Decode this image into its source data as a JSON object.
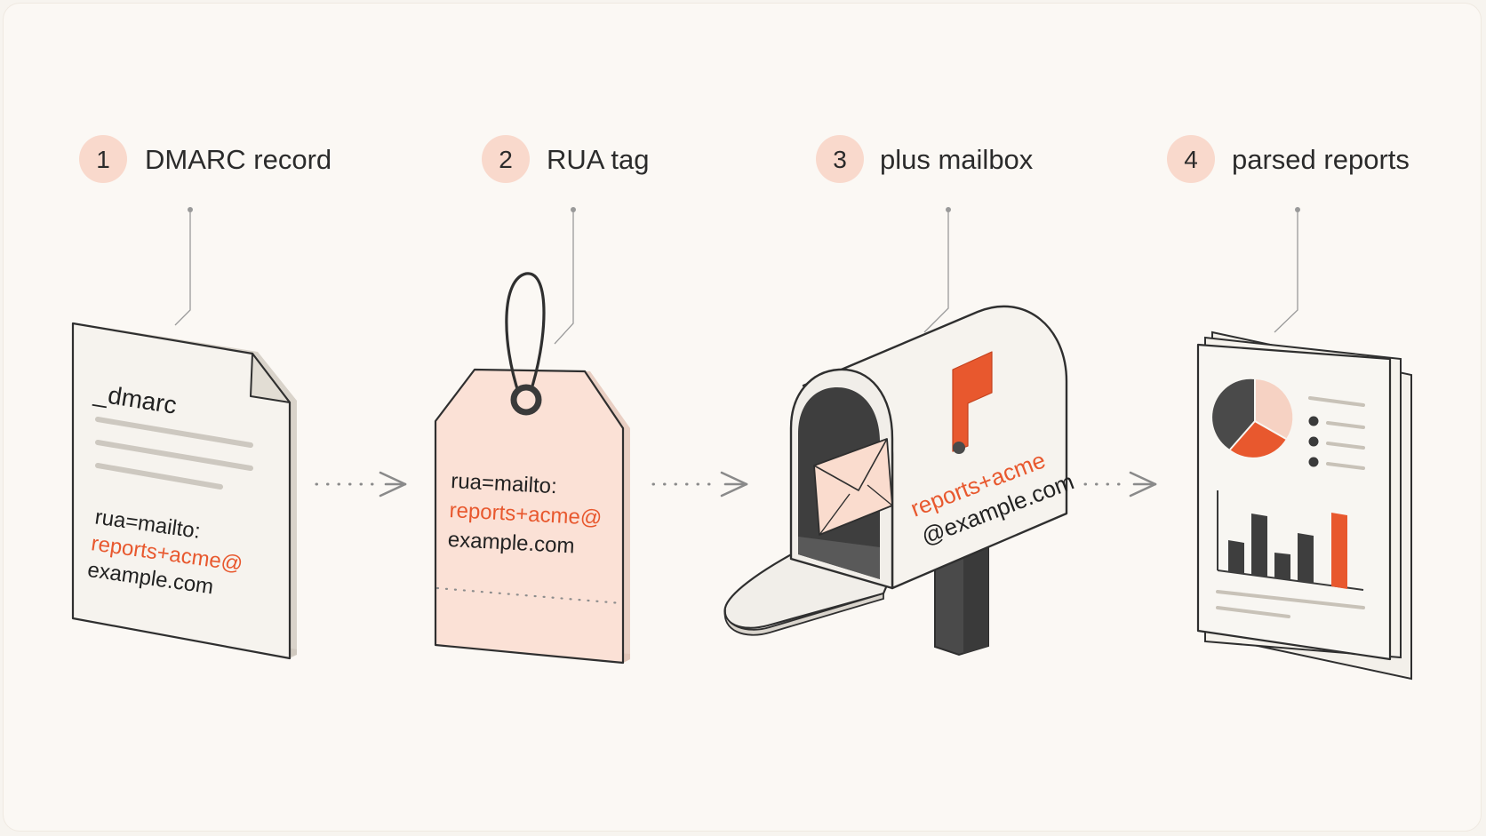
{
  "colors": {
    "accent": "#e8582e",
    "badge": "#f9d9cc",
    "ink": "#2b2b2b",
    "tag_fill": "#fbe1d6",
    "paper": "#f6f3ee",
    "dark": "#4a4a4a"
  },
  "steps": [
    {
      "number": "1",
      "title": "DMARC record",
      "icon": "document-icon",
      "heading": "_dmarc",
      "line1": "rua=mailto:",
      "line2": "reports+acme@",
      "line3": "example.com"
    },
    {
      "number": "2",
      "title": "RUA tag",
      "icon": "tag-icon",
      "line1": "rua=mailto:",
      "line2": "reports+acme@",
      "line3": "example.com"
    },
    {
      "number": "3",
      "title": "plus mailbox",
      "icon": "mailbox-icon",
      "line1": "reports+acme",
      "line2": "@example.com"
    },
    {
      "number": "4",
      "title": "parsed reports",
      "icon": "report-pages-icon"
    }
  ]
}
